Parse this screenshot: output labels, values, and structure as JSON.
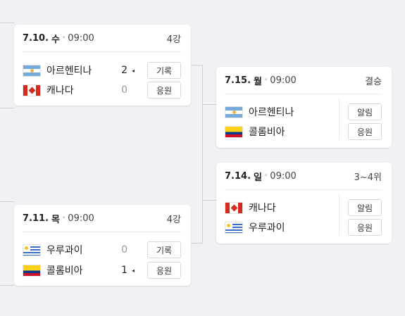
{
  "matches": [
    {
      "date": "7.10.",
      "day": "수",
      "time": "09:00",
      "stage": "4강",
      "teams": [
        {
          "name": "아르헨티나",
          "flag": "argentina-flag",
          "score": "2",
          "winner": true,
          "button": "기록"
        },
        {
          "name": "캐나다",
          "flag": "canada-flag",
          "score": "0",
          "winner": false,
          "button": "응원"
        }
      ]
    },
    {
      "date": "7.11.",
      "day": "목",
      "time": "09:00",
      "stage": "4강",
      "teams": [
        {
          "name": "우루과이",
          "flag": "uruguay-flag",
          "score": "0",
          "winner": false,
          "button": "기록"
        },
        {
          "name": "콜롬비아",
          "flag": "colombia-flag",
          "score": "1",
          "winner": true,
          "button": "응원"
        }
      ]
    },
    {
      "date": "7.15.",
      "day": "월",
      "time": "09:00",
      "stage": "결승",
      "teams": [
        {
          "name": "아르헨티나",
          "flag": "argentina-flag",
          "button": "알림"
        },
        {
          "name": "콜롬비아",
          "flag": "colombia-flag",
          "button": "응원"
        }
      ]
    },
    {
      "date": "7.14.",
      "day": "일",
      "time": "09:00",
      "stage": "3~4위",
      "teams": [
        {
          "name": "캐나다",
          "flag": "canada-flag",
          "button": "알림"
        },
        {
          "name": "우루과이",
          "flag": "uruguay-flag",
          "button": "응원"
        }
      ]
    }
  ],
  "winner_arrow": "◂",
  "separator": "•"
}
